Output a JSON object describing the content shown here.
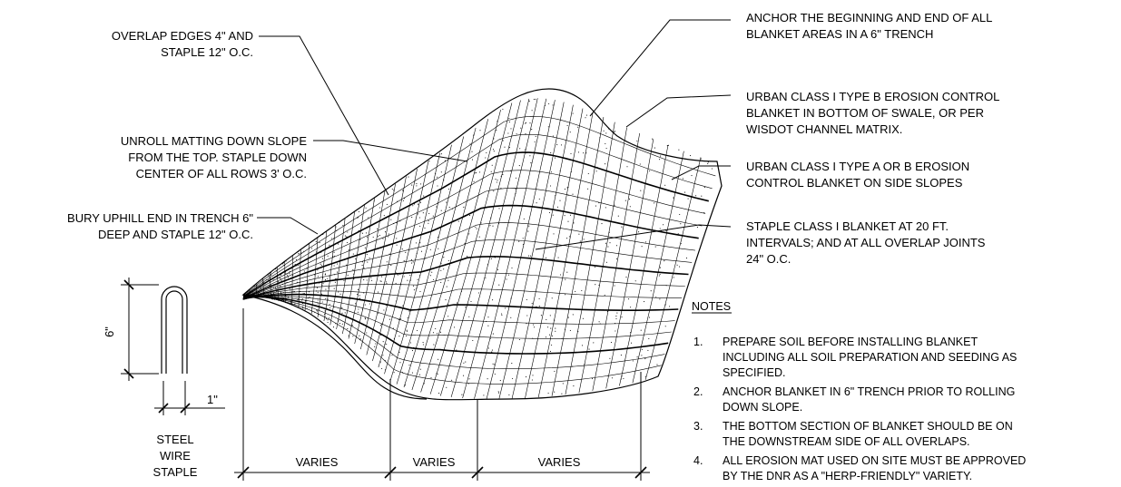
{
  "callouts": {
    "overlap": [
      "OVERLAP EDGES 4\" AND",
      "STAPLE 12\" O.C."
    ],
    "unroll": [
      "UNROLL MATTING DOWN SLOPE",
      "FROM THE TOP. STAPLE DOWN",
      "CENTER OF ALL ROWS 3' O.C."
    ],
    "bury": [
      "BURY UPHILL END IN TRENCH 6\"",
      "DEEP AND STAPLE 12\" O.C."
    ],
    "anchor": [
      "ANCHOR THE BEGINNING AND END OF ALL",
      "BLANKET AREAS IN A 6\" TRENCH"
    ],
    "type_b": [
      "URBAN CLASS I TYPE B EROSION CONTROL",
      "BLANKET IN BOTTOM OF SWALE, OR PER",
      "WISDOT CHANNEL MATRIX."
    ],
    "type_ab": [
      "URBAN CLASS I TYPE A OR B EROSION",
      "CONTROL BLANKET ON SIDE SLOPES"
    ],
    "staple_class": [
      "STAPLE CLASS I BLANKET AT 20 FT.",
      "INTERVALS; AND AT ALL OVERLAP JOINTS",
      "24\" O.C."
    ]
  },
  "notes": {
    "heading": "NOTES",
    "items": [
      {
        "num": "1.",
        "lines": [
          "PREPARE SOIL BEFORE INSTALLING BLANKET",
          "INCLUDING ALL SOIL PREPARATION AND SEEDING AS",
          "SPECIFIED."
        ]
      },
      {
        "num": "2.",
        "lines": [
          "ANCHOR BLANKET IN 6\" TRENCH PRIOR TO ROLLING",
          "DOWN SLOPE."
        ]
      },
      {
        "num": "3.",
        "lines": [
          "THE BOTTOM SECTION OF BLANKET SHOULD BE ON",
          "THE DOWNSTREAM SIDE OF ALL OVERLAPS."
        ]
      },
      {
        "num": "4.",
        "lines": [
          "ALL EROSION MAT USED ON SITE MUST BE APPROVED",
          "BY THE DNR AS A \"HERP-FRIENDLY\" VARIETY."
        ]
      }
    ]
  },
  "staple": {
    "height_label": "6\"",
    "width_label": "1\"",
    "caption": [
      "STEEL",
      "WIRE",
      "STAPLE"
    ]
  },
  "dimensions": [
    "VARIES",
    "VARIES",
    "VARIES"
  ]
}
